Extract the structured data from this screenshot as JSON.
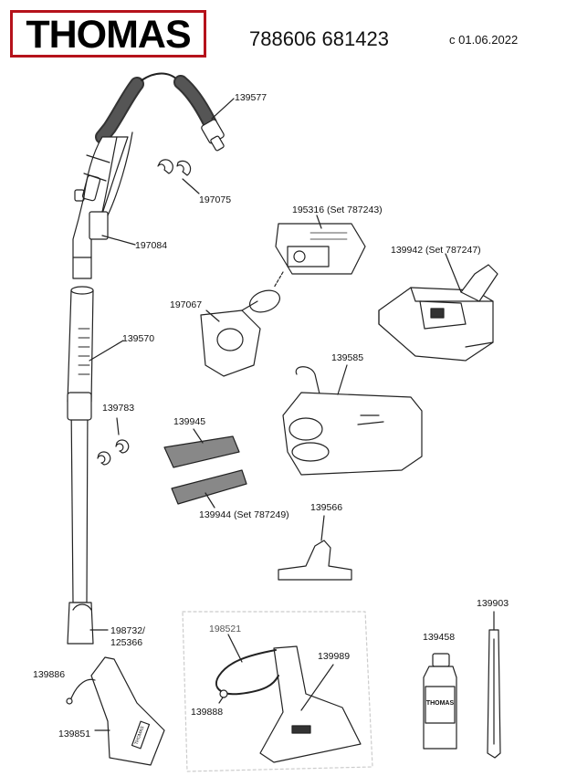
{
  "header": {
    "brand": "THOMAS",
    "model_numbers": "788606 681423",
    "valid_from": "с 01.06.2022"
  },
  "parts": {
    "p139577": "139577",
    "p197075": "197075",
    "p197084": "197084",
    "p195316": "195316 (Set 787243)",
    "p139942": "139942 (Set 787247)",
    "p197067": "197067",
    "p139570": "139570",
    "p139585": "139585",
    "p139783": "139783",
    "p139945": "139945",
    "p139944": "139944 (Set 787249)",
    "p139566": "139566",
    "p198732": "198732/",
    "p125366": "125366",
    "p139903": "139903",
    "p198521": "198521",
    "p139989": "139989",
    "p139458": "139458",
    "p139886": "139886",
    "p139888": "139888",
    "p139851": "139851"
  },
  "bottle_label": "THOMAS",
  "nozzle_label": "THOMAS",
  "colors": {
    "brand_red": "#b5121b",
    "line": "#222222",
    "label_gray": "#555555"
  }
}
